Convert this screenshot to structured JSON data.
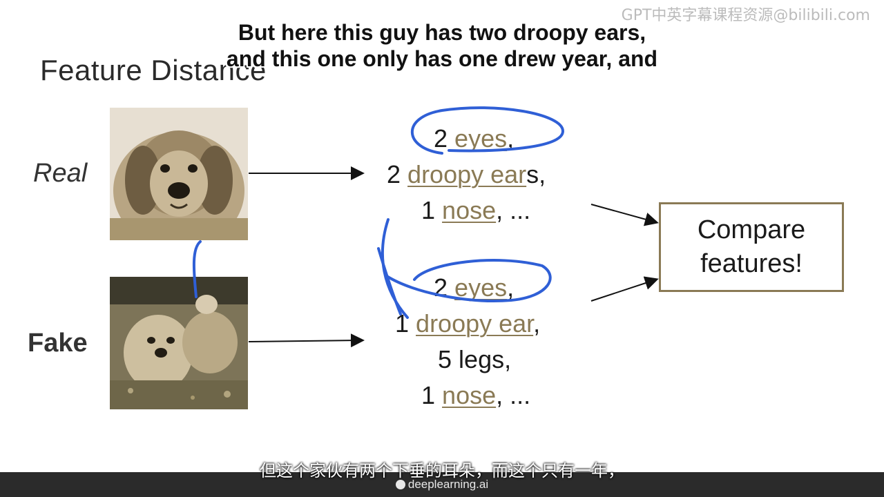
{
  "slide": {
    "title": "Feature Distance",
    "real_label": "Real",
    "fake_label": "Fake",
    "real_features": [
      {
        "count": "2",
        "keyword": "eyes",
        "suffix": ","
      },
      {
        "count": "2",
        "keyword": "droopy ear",
        "suffix": "s,"
      },
      {
        "count": "1",
        "keyword": "nose",
        "suffix": ", ..."
      }
    ],
    "fake_features": [
      {
        "count": "2",
        "keyword": "eyes",
        "suffix": ","
      },
      {
        "count": "1",
        "keyword": "droopy ear",
        "suffix": ","
      },
      {
        "count": "5",
        "keyword": "",
        "prefix_text": "legs,",
        "suffix": ""
      },
      {
        "count": "1",
        "keyword": "nose",
        "suffix": ", ..."
      }
    ],
    "compare_line1": "Compare",
    "compare_line2": "features!"
  },
  "subtitles": {
    "en_line1": "But here this guy has two droopy ears,",
    "en_line2": "and this one only has one drew year, and",
    "zh": "但这个家伙有两个下垂的耳朵，而这个只有一年，"
  },
  "watermark": "GPT中英字幕课程资源@bilibili.com",
  "brand": "deeplearning.ai",
  "colors": {
    "keyword": "#8a7a55",
    "annotation": "#2f5fd6",
    "bar": "#2b2b2b"
  }
}
